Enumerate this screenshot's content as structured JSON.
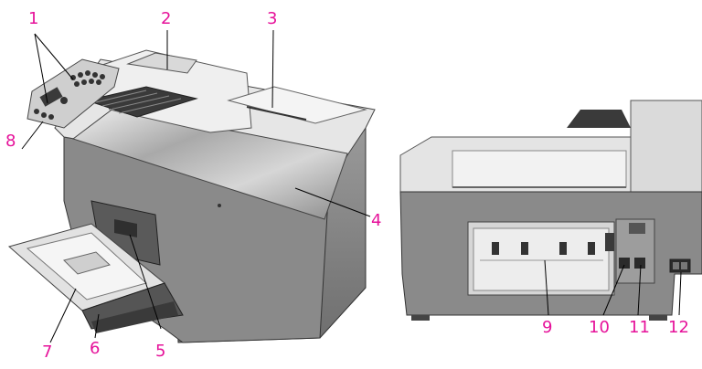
{
  "figure": {
    "callouts": [
      {
        "number": "1"
      },
      {
        "number": "2"
      },
      {
        "number": "3"
      },
      {
        "number": "4"
      },
      {
        "number": "5"
      },
      {
        "number": "6"
      },
      {
        "number": "7"
      },
      {
        "number": "8"
      },
      {
        "number": "9"
      },
      {
        "number": "10"
      },
      {
        "number": "11"
      },
      {
        "number": "12"
      }
    ]
  },
  "colors": {
    "callout": "#e6129a",
    "leader": "#000000",
    "body_light": "#e4e4e4",
    "body_mid": "#b9b9b9",
    "body_dark": "#7d7d7d",
    "glass": "#bdbdbd",
    "panel_dark": "#3a3a3a"
  },
  "icons": {
    "front_printer": "printer-front-illustration",
    "rear_printer": "printer-rear-illustration"
  }
}
